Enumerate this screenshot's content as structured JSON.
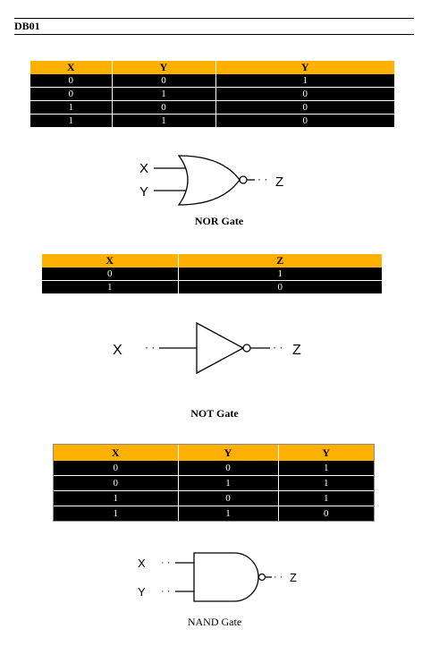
{
  "header": {
    "code": "DB01"
  },
  "nor_table": {
    "headers": [
      "X",
      "Y",
      "Y"
    ],
    "rows": [
      [
        "0",
        "0",
        "1"
      ],
      [
        "0",
        "1",
        "0"
      ],
      [
        "1",
        "0",
        "0"
      ],
      [
        "1",
        "1",
        "0"
      ]
    ]
  },
  "nor_gate": {
    "input_a": "X",
    "input_b": "Y",
    "output": "Z",
    "caption": "NOR Gate"
  },
  "not_table": {
    "headers": [
      "X",
      "Z"
    ],
    "rows": [
      [
        "0",
        "1"
      ],
      [
        "1",
        "0"
      ]
    ]
  },
  "not_gate": {
    "input": "X",
    "output": "Z",
    "caption": "NOT Gate"
  },
  "nand_table": {
    "headers": [
      "X",
      "Y",
      "Y"
    ],
    "rows": [
      [
        "0",
        "0",
        "1"
      ],
      [
        "0",
        "1",
        "1"
      ],
      [
        "1",
        "0",
        "1"
      ],
      [
        "1",
        "1",
        "0"
      ]
    ]
  },
  "nand_gate": {
    "input_a": "X",
    "input_b": "Y",
    "output": "Z",
    "caption": "NAND Gate"
  },
  "colors": {
    "header_fill": "#ffb000",
    "row_fill": "#000000",
    "row_text": "#ffffff"
  }
}
